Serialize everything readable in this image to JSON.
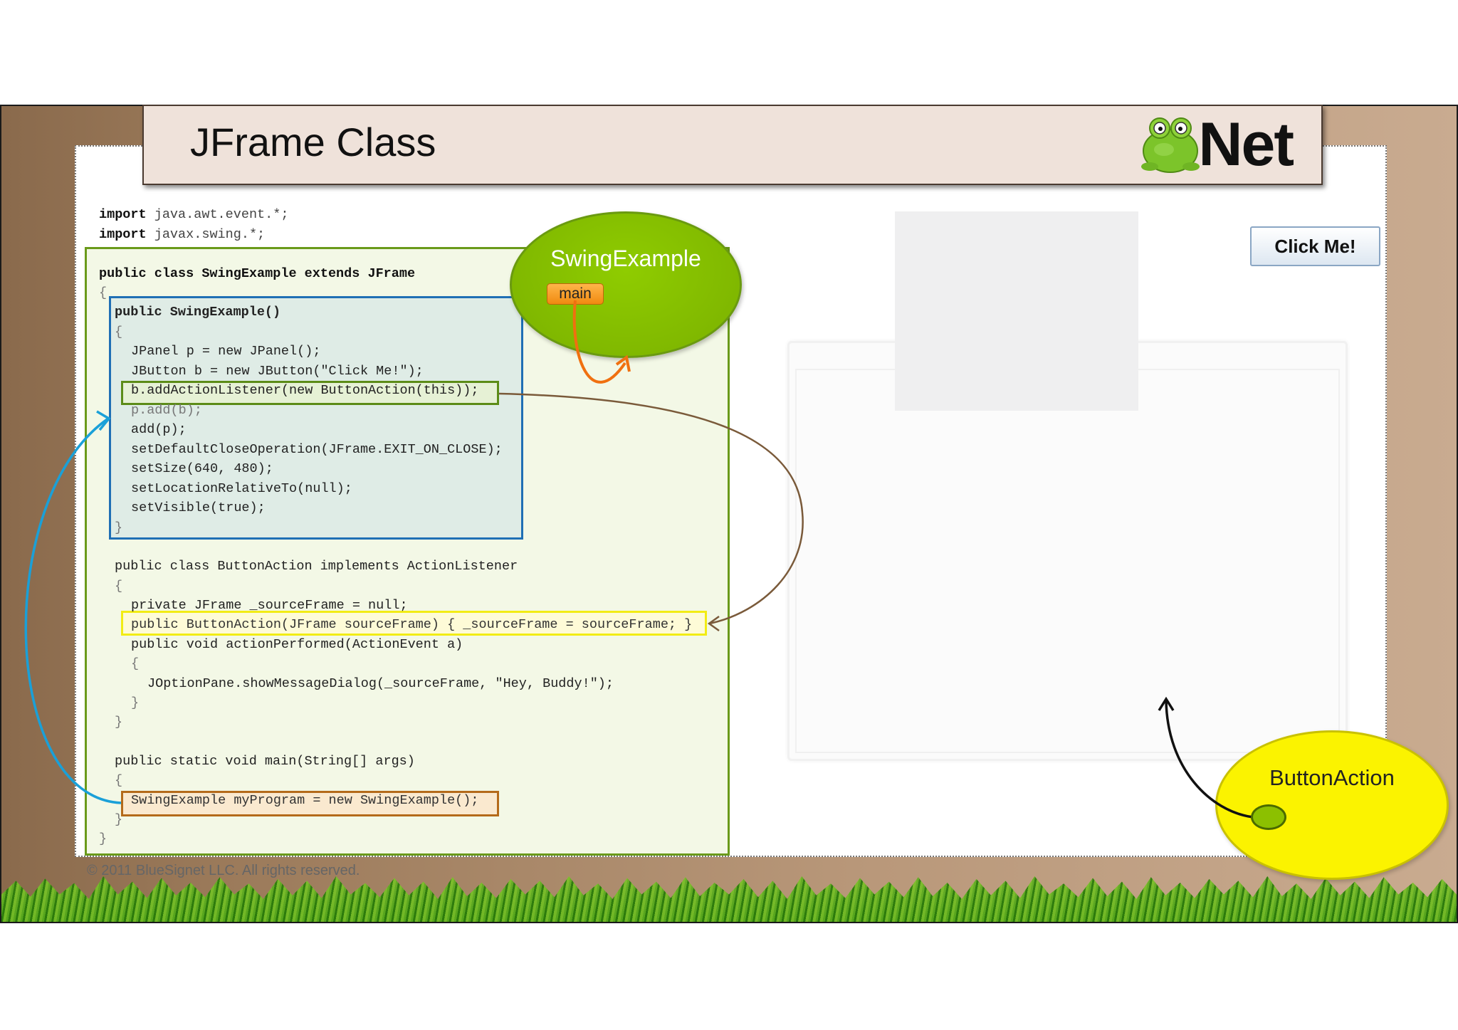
{
  "slide": {
    "title": "JFrame Class",
    "logo_text": "Net",
    "copyright": "© 2011 BlueSignet LLC.  All rights reserved."
  },
  "code": {
    "import1_kw": "import",
    "import1_rest": " java.awt.event.*;",
    "import2_kw": "import",
    "import2_rest": " javax.swing.*;",
    "lines": [
      "public class SwingExample extends JFrame",
      "{",
      "public SwingExample()",
      "{",
      "JPanel p = new JPanel();",
      "JButton b = new JButton(\"Click Me!\");",
      "b.addActionListener(new ButtonAction(this));",
      "p.add(b);",
      "add(p);",
      "setDefaultCloseOperation(JFrame.EXIT_ON_CLOSE);",
      "setSize(640, 480);",
      "setLocationRelativeTo(null);",
      "setVisible(true);",
      "}",
      "public class ButtonAction implements ActionListener",
      "{",
      "private JFrame _sourceFrame = null;",
      "public ButtonAction(JFrame sourceFrame) { _sourceFrame = sourceFrame; }",
      "public void actionPerformed(ActionEvent a)",
      "{",
      "JOptionPane.showMessageDialog(_sourceFrame, \"Hey, Buddy!\");",
      "}",
      "}",
      "public static void main(String[] args)",
      "{",
      "SwingExample myProgram = new SwingExample();",
      "}",
      "}"
    ]
  },
  "labels": {
    "swing_oval": "SwingExample",
    "main_badge": "main",
    "button_action_oval": "ButtonAction",
    "click_me_button": "Click Me!"
  },
  "colors": {
    "class_box": "#6a9a1a",
    "ctor_box": "#1f6fb5",
    "ba_ctor_box": "#f2ec14",
    "main_box": "#b46a1a",
    "arrow_orange": "#f07010",
    "arrow_brown": "#7a5a3a",
    "arrow_blue": "#1aa0d8"
  },
  "icons": {
    "logo": "frog-icon"
  }
}
